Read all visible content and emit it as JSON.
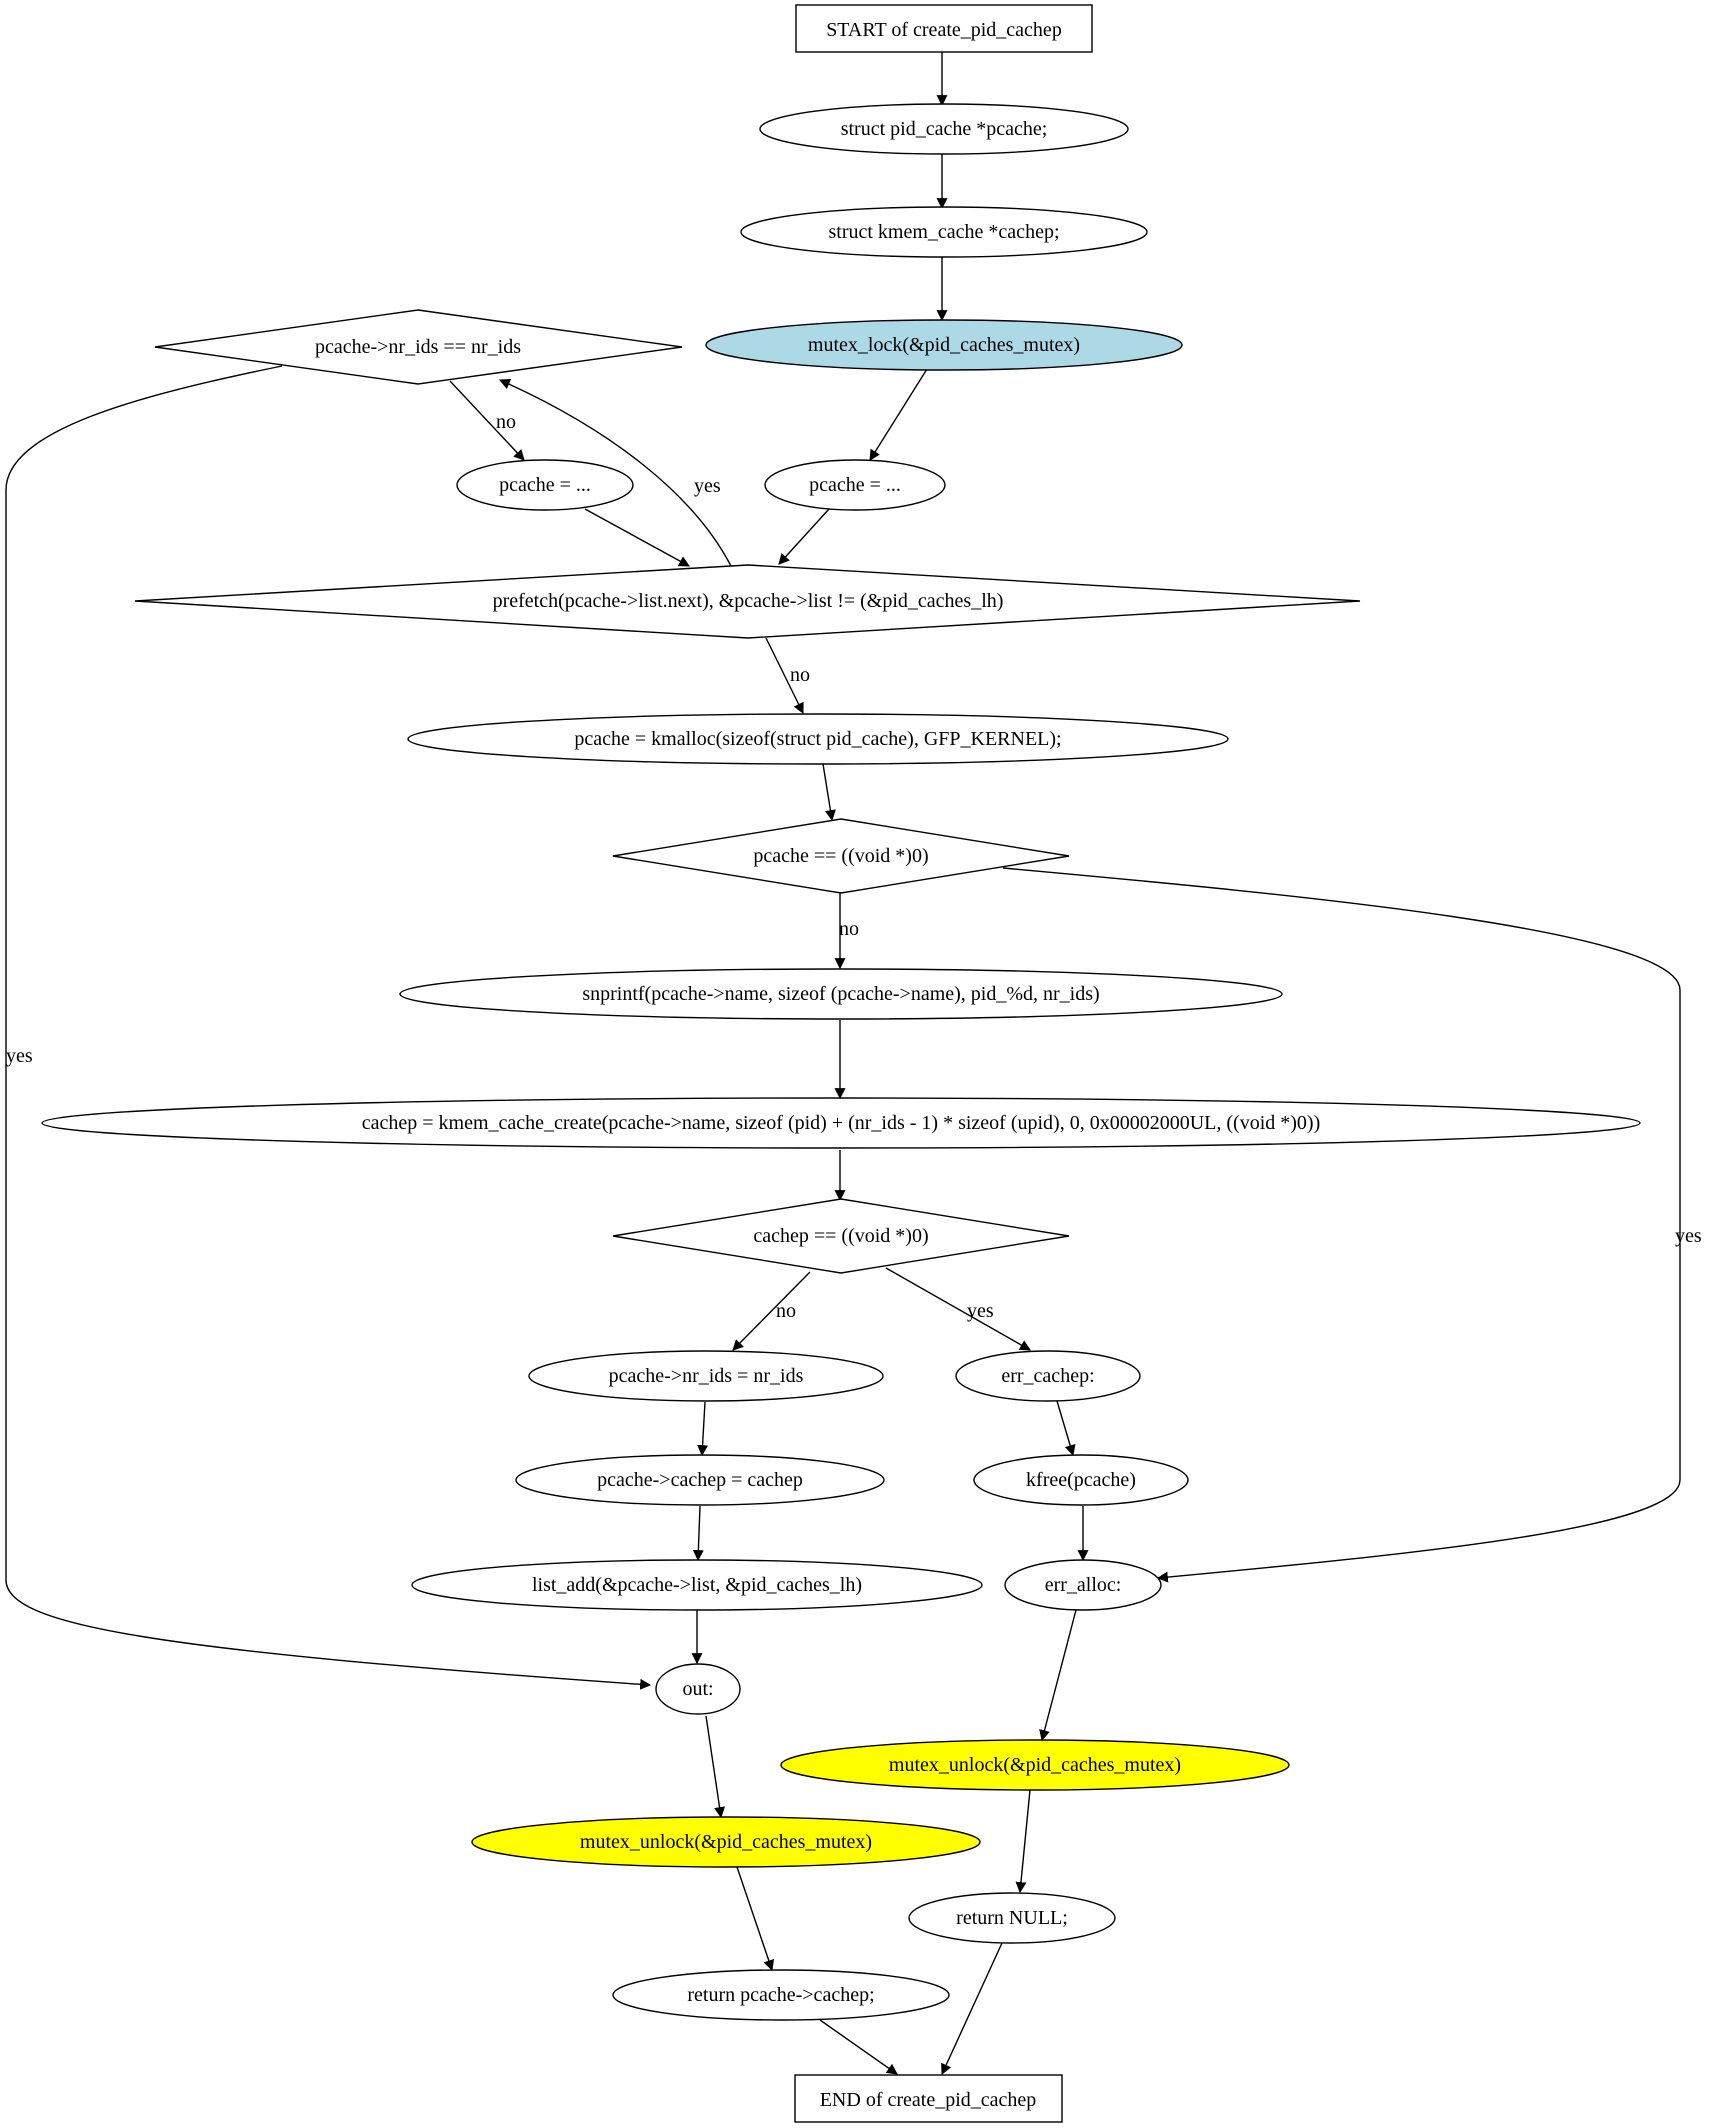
{
  "colors": {
    "stroke": "#000000",
    "default_fill": "#ffffff",
    "lock_fill": "#add8e6",
    "unlock_fill": "#ffff00"
  },
  "nodes": {
    "start": "START of create_pid_cachep",
    "decl_pcache": "struct pid_cache *pcache;",
    "decl_cachep": "struct kmem_cache *cachep;",
    "lock": "mutex_lock(&pid_caches_mutex)",
    "cond_nr_ids": "pcache->nr_ids == nr_ids",
    "pcache_next": "pcache = ...",
    "pcache_init": "pcache = ...",
    "cond_loop": "prefetch(pcache->list.next), &pcache->list != (&pid_caches_lh)",
    "kmalloc": "pcache = kmalloc(sizeof(struct pid_cache), GFP_KERNEL);",
    "cond_pcache_null": "pcache == ((void *)0)",
    "snprintf": "snprintf(pcache->name, sizeof (pcache->name), pid_%d, nr_ids)",
    "kmem_create": "cachep = kmem_cache_create(pcache->name, sizeof (pid) + (nr_ids - 1) * sizeof (upid), 0, 0x00002000UL, ((void *)0))",
    "cond_cachep_null": "cachep == ((void *)0)",
    "set_nr_ids": "pcache->nr_ids = nr_ids",
    "set_cachep": "pcache->cachep = cachep",
    "list_add": "list_add(&pcache->list, &pid_caches_lh)",
    "out": "out:",
    "unlock_out": "mutex_unlock(&pid_caches_mutex)",
    "return_cachep": "return pcache->cachep;",
    "err_cachep": "err_cachep:",
    "kfree": "kfree(pcache)",
    "err_alloc": "err_alloc:",
    "unlock_err": "mutex_unlock(&pid_caches_mutex)",
    "return_null": "return NULL;",
    "end": "END of create_pid_cachep"
  },
  "edge_labels": {
    "nr_ids_no": "no",
    "nr_ids_yes": "yes",
    "loop_yes": "yes",
    "loop_no": "no",
    "pcache_null_no": "no",
    "pcache_null_yes": "yes",
    "cachep_null_no": "no",
    "cachep_null_yes": "yes"
  }
}
